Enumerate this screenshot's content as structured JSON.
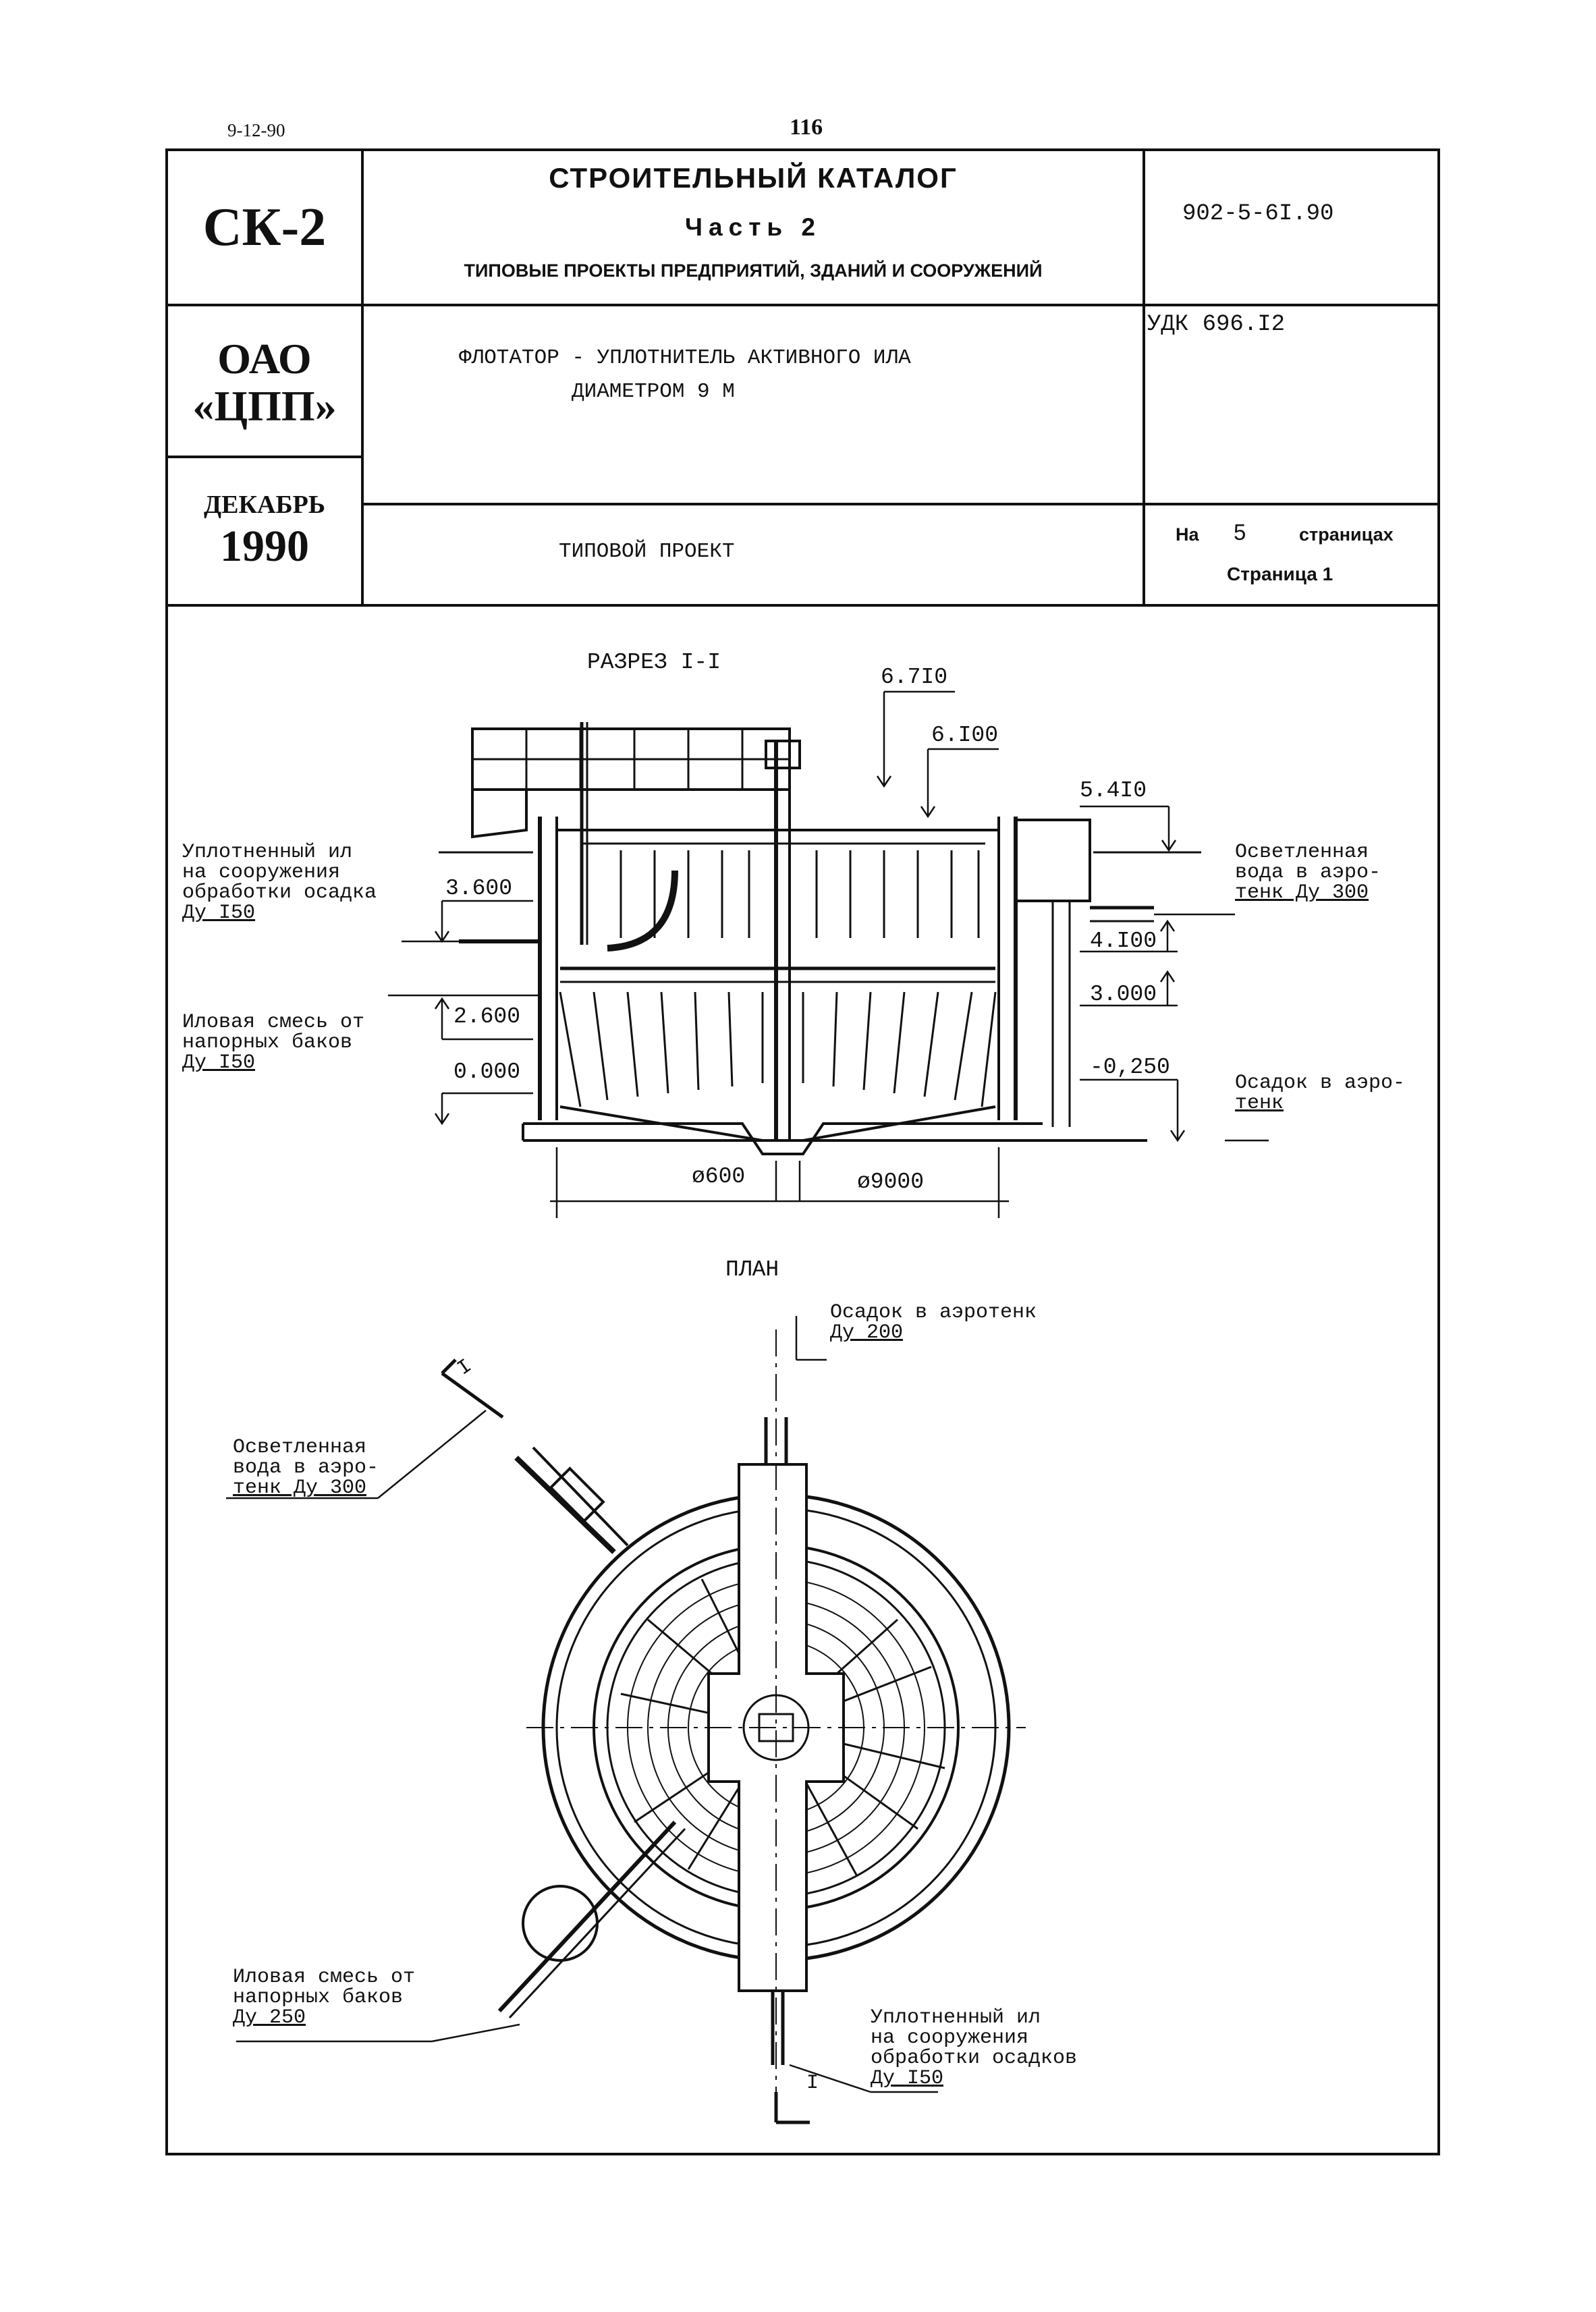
{
  "page": {
    "date_code": "9-12-90",
    "page_number": "116"
  },
  "header": {
    "series": "СК-2",
    "catalog_title": "СТРОИТЕЛЬНЫЙ КАТАЛОГ",
    "part": "Часть 2",
    "part_subtitle": "ТИПОВЫЕ ПРОЕКТЫ ПРЕДПРИЯТИЙ, ЗДАНИЙ И СООРУЖЕНИЙ",
    "project_code": "902-5-6I.90",
    "org_line1": "ОАО",
    "org_line2": "«ЦПП»",
    "udk": "УДК 696.I2",
    "title_line1": "ФЛОТАТОР - УПЛОТНИТЕЛЬ АКТИВНОГО ИЛА",
    "title_line2": "ДИАМЕТРОМ 9 М",
    "month": "ДЕКАБРЬ",
    "year": "1990",
    "doc_type": "ТИПОВОЙ ПРОЕКТ",
    "pages_prefix": "На",
    "pages_count": "5",
    "pages_suffix": "страницах",
    "page_label": "Страница 1"
  },
  "section": {
    "title": "РАЗРЕЗ I-I",
    "elevations": [
      "6.7I0",
      "6.I00",
      "5.4I0",
      "3.600",
      "4.I00",
      "3.000",
      "2.600",
      "0.000",
      "-0,250"
    ],
    "dims": [
      "ø600",
      "ø9000"
    ],
    "left_note1": [
      "Уплотненный ил",
      "на сооружения",
      "обработки осадка",
      "Ду I50"
    ],
    "left_note2": [
      "Иловая смесь от",
      "напорных баков",
      "Ду I50"
    ],
    "right_note1": [
      "Осветленная",
      "вода в аэро-",
      "тенк Ду 300"
    ],
    "right_note2": [
      "Осадок в аэро-",
      "тенк"
    ]
  },
  "plan": {
    "title": "ПЛАН",
    "note_top": [
      "Осадок в аэротенк",
      "Ду 200"
    ],
    "note_left_top": [
      "Осветленная",
      "вода в аэро-",
      "тенк Ду 300"
    ],
    "note_left_bottom": [
      "Иловая смесь от",
      "напорных баков",
      "Ду 250"
    ],
    "note_right_bottom": [
      "Уплотненный ил",
      "на сооружения",
      "обработки осадков",
      "Ду I50"
    ],
    "cut_marks": [
      "I",
      "I"
    ]
  }
}
